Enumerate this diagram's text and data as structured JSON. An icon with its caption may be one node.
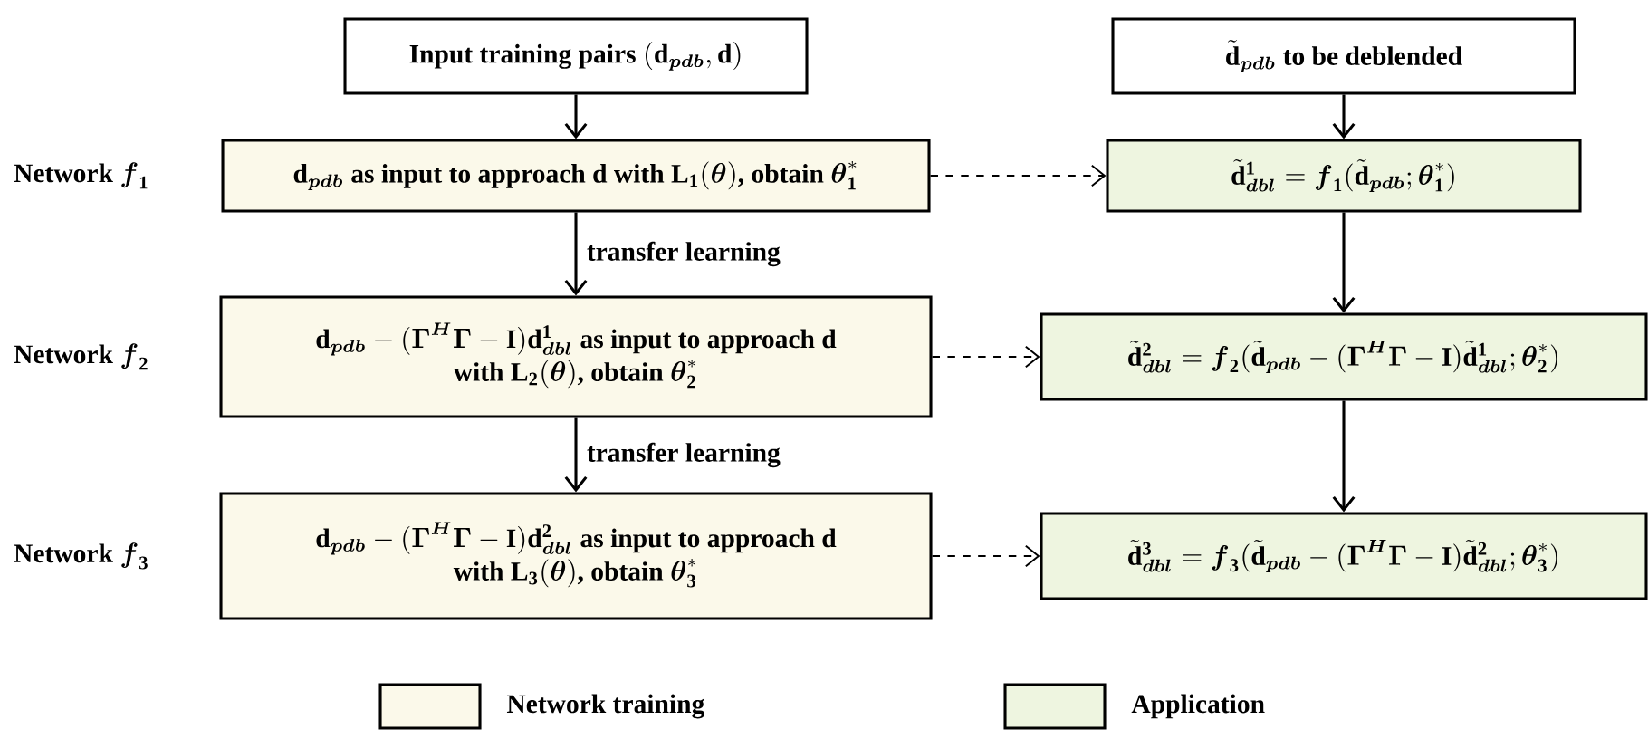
{
  "diagram": {
    "nodes": [
      {
        "text": [
          "\\text{Input training pairs }(\\mathbf{d}_{\\boldsymbol{pdb}},\\mathbf{d})"
        ]
      },
      {
        "text": [
          "\\tilde{\\mathbf{d}}_{\\boldsymbol{pdb}}\\text{ to be deblended}"
        ]
      },
      {
        "text": [
          "\\mathbf{d}_{\\boldsymbol{pdb}}\\text{ as input to approach }\\mathbf{d}\\text{ with }\\mathbf{L}_{\\mathbf{1}}(\\boldsymbol{\\theta})\\text{, obtain }\\boldsymbol{\\theta}_{\\mathbf{1}}^{*}"
        ],
        "beside": [
          "\\text{Network }\\boldsymbol{f}_{\\mathbf{1}}"
        ]
      },
      {
        "text": [
          "\\tilde{\\mathbf{d}}_{\\boldsymbol{dbl}}^{\\mathbf{1}}=\\boldsymbol{f}_{\\mathbf{1}}(\\tilde{\\mathbf{d}}_{\\boldsymbol{pdb}};\\boldsymbol{\\theta}_{\\mathbf{1}}^{*})"
        ]
      },
      {
        "text": [
          "\\begin{array}{c}\\mathbf{d}_{\\boldsymbol{pdb}}-(\\boldsymbol{\\Gamma}^{\\boldsymbol{H}}\\boldsymbol{\\Gamma}-\\mathbf{I})\\mathbf{d}_{\\boldsymbol{dbl}}^{\\mathbf{1}}\\text{ as input to approach }\\mathbf{d}\\\\\\text{with }\\mathbf{L}_{\\mathbf{2}}(\\boldsymbol{\\theta})\\text{, obtain }\\boldsymbol{\\theta}_{\\mathbf{2}}^{*}\\end{array}"
        ],
        "beside": [
          "\\text{Network }\\boldsymbol{f}_{\\mathbf{2}}"
        ]
      },
      {
        "text": [
          "\\tilde{\\mathbf{d}}_{\\boldsymbol{dbl}}^{\\mathbf{2}}=\\boldsymbol{f}_{\\mathbf{2}}(\\tilde{\\mathbf{d}}_{\\boldsymbol{pdb}}-(\\boldsymbol{\\Gamma}^{\\boldsymbol{H}}\\boldsymbol{\\Gamma}-\\mathbf{I})\\tilde{\\mathbf{d}}_{\\boldsymbol{dbl}}^{\\mathbf{1}};\\boldsymbol{\\theta}_{\\mathbf{2}}^{*})"
        ]
      },
      {
        "text": [
          "\\begin{array}{c}\\mathbf{d}_{\\boldsymbol{pdb}}-(\\boldsymbol{\\Gamma}^{\\boldsymbol{H}}\\boldsymbol{\\Gamma}-\\mathbf{I})\\mathbf{d}_{\\boldsymbol{dbl}}^{\\mathbf{2}}\\text{ as input to approach }\\mathbf{d}\\\\\\text{with }\\mathbf{L}_{\\mathbf{3}}(\\boldsymbol{\\theta})\\text{, obtain }\\boldsymbol{\\theta}_{\\mathbf{3}}^{*}\\end{array}"
        ],
        "beside": [
          "\\text{Network }\\boldsymbol{f}_{\\mathbf{3}}"
        ]
      },
      {
        "text": [
          "\\tilde{\\mathbf{d}}_{\\boldsymbol{dbl}}^{\\mathbf{3}}=\\boldsymbol{f}_{\\mathbf{3}}(\\tilde{\\mathbf{d}}_{\\boldsymbol{pdb}}-(\\boldsymbol{\\Gamma}^{\\boldsymbol{H}}\\boldsymbol{\\Gamma}-\\mathbf{I})\\tilde{\\mathbf{d}}_{\\boldsymbol{dbl}}^{\\mathbf{2}};\\boldsymbol{\\theta}_{\\mathbf{3}}^{*})"
        ]
      }
    ],
    "edges": [
      {
        "from": 0,
        "to": 2,
        "arrow": "to"
      },
      {
        "from": 1,
        "to": 3,
        "arrow": "to"
      },
      {
        "from": 2,
        "to": 3,
        "arrow": "to",
        "style": "dashed"
      },
      {
        "from": 2,
        "to": 4,
        "arrow": "to",
        "label": "transfer learning"
      },
      {
        "from": 3,
        "to": 5,
        "arrow": "to"
      },
      {
        "from": 4,
        "to": 5,
        "arrow": "to",
        "style": "dashed"
      },
      {
        "from": 4,
        "to": 6,
        "arrow": "to",
        "label": "transfer learning"
      },
      {
        "from": 5,
        "to": 7,
        "arrow": "to"
      },
      {
        "from": 6,
        "to": 7,
        "arrow": "to",
        "style": "dashed"
      }
    ],
    "legend": [
      {
        "text": "Network training",
        "color": "#fbf9ea"
      },
      {
        "text": "Application",
        "color": "#eef5e0"
      }
    ]
  }
}
